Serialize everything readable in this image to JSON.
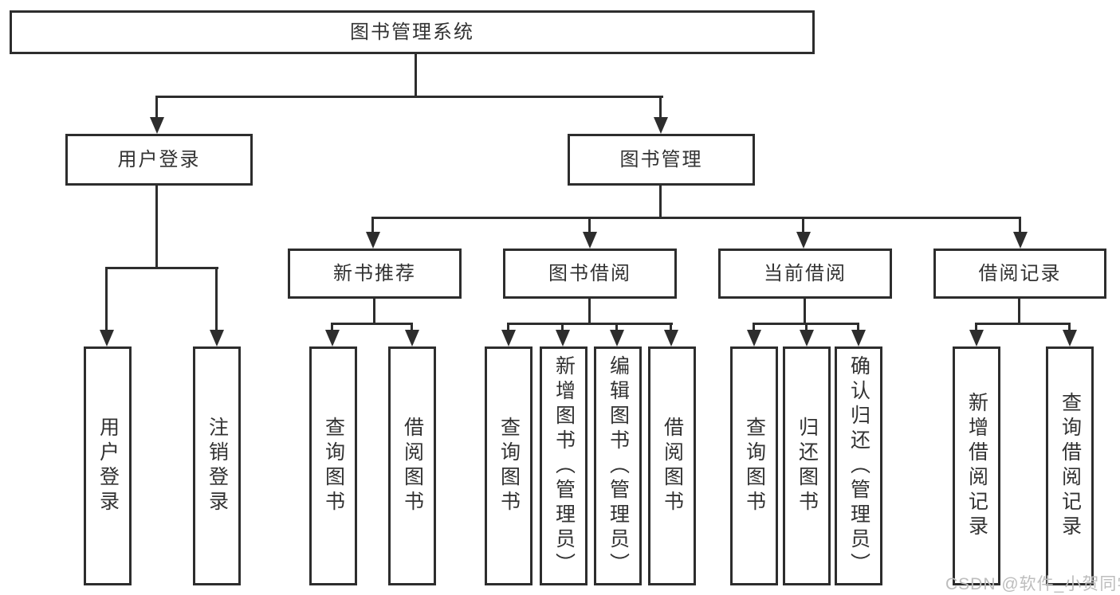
{
  "diagram": {
    "title": "图书管理系统",
    "branches": [
      {
        "label": "用户登录",
        "children": [
          {
            "label": "用户登录"
          },
          {
            "label": "注销登录"
          }
        ]
      },
      {
        "label": "图书管理",
        "children": [
          {
            "label": "新书推荐",
            "children": [
              {
                "label": "查询图书"
              },
              {
                "label": "借阅图书"
              }
            ]
          },
          {
            "label": "图书借阅",
            "children": [
              {
                "label": "查询图书"
              },
              {
                "label": "新增图书（管理员）"
              },
              {
                "label": "编辑图书（管理员）"
              },
              {
                "label": "借阅图书"
              }
            ]
          },
          {
            "label": "当前借阅",
            "children": [
              {
                "label": "查询图书"
              },
              {
                "label": "归还图书"
              },
              {
                "label": "确认归还（管理员）"
              }
            ]
          },
          {
            "label": "借阅记录",
            "children": [
              {
                "label": "新增借阅记录"
              },
              {
                "label": "查询借阅记录"
              }
            ]
          }
        ]
      }
    ]
  },
  "watermark": {
    "text": "CSDN @软件_小贺同学"
  },
  "colors": {
    "line": "#2d2d2d",
    "text": "#323232",
    "watermark": "#bdbdbd",
    "background": "#ffffff"
  }
}
